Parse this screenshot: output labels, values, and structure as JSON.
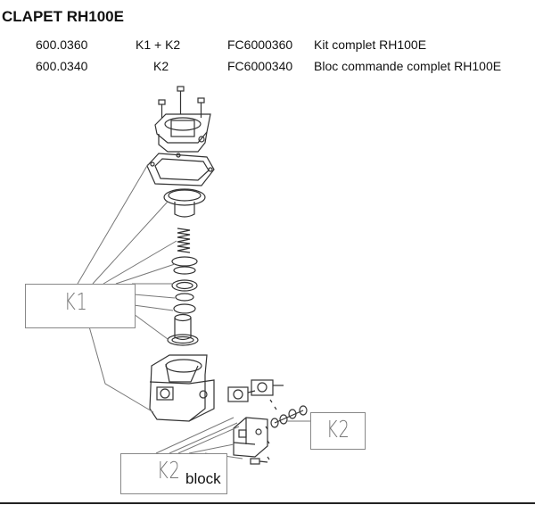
{
  "title": "CLAPET RH100E",
  "parts": [
    {
      "ref": "600.0360",
      "kit": "K1 + K2",
      "code": "FC6000360",
      "description": "Kit complet RH100E"
    },
    {
      "ref": "600.0340",
      "kit": "K2",
      "code": "FC6000340",
      "description": "Bloc commande complet RH100E"
    }
  ],
  "callouts": {
    "k1": "K1",
    "k2_right": "K2",
    "k2_block": "K2",
    "block_word": "block"
  },
  "colors": {
    "line": "#333333",
    "leader": "#777777",
    "box_border": "#888888"
  }
}
